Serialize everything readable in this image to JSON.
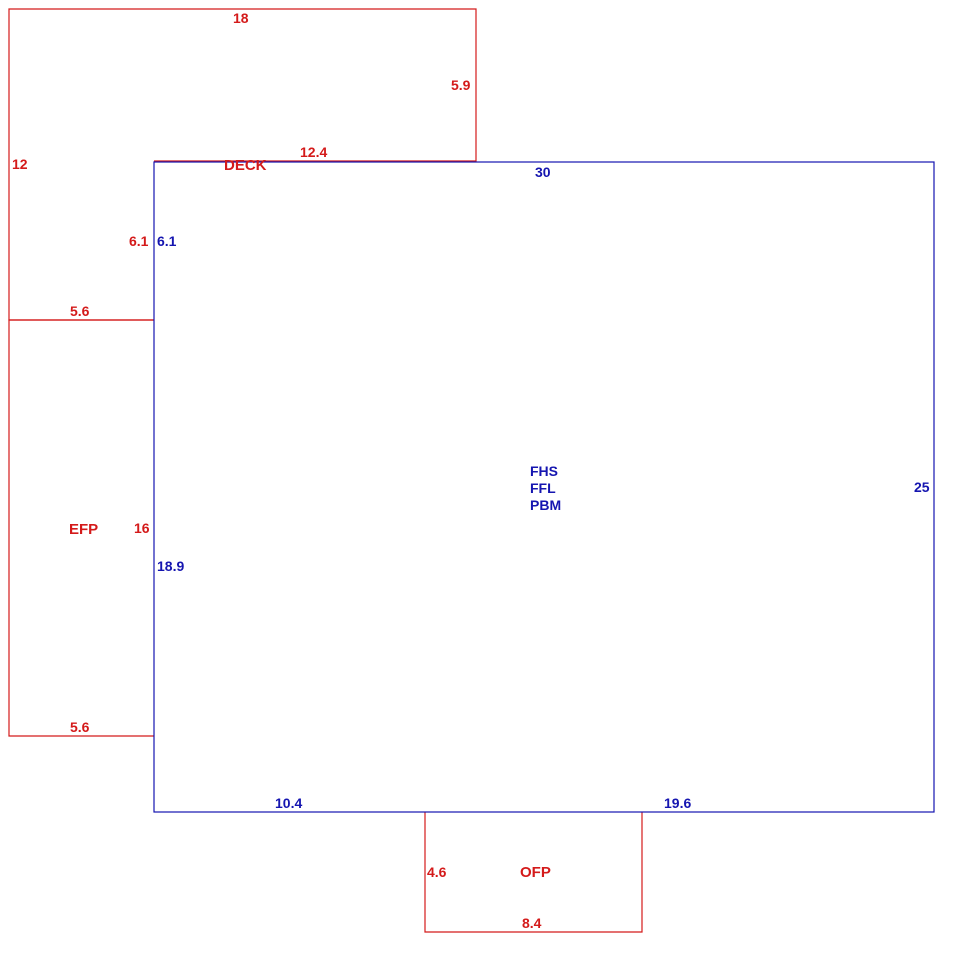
{
  "colors": {
    "main": "#1515b0",
    "addition": "#d41a1a"
  },
  "areas": {
    "main": {
      "codes": [
        "FHS",
        "FFL",
        "PBM"
      ]
    },
    "deck": {
      "label": "DECK"
    },
    "efp": {
      "label": "EFP"
    },
    "ofp": {
      "label": "OFP"
    }
  },
  "dimensions": {
    "deck_top": "18",
    "deck_right": "5.9",
    "deck_left": "12",
    "deck_bottom": "12.4",
    "deck_inner": "6.1",
    "efp_top": "5.6",
    "efp_side": "16",
    "efp_bottom": "5.6",
    "main_top": "30",
    "main_left_upper": "6.1",
    "main_left_lower": "18.9",
    "main_right": "25",
    "main_bottom_left": "10.4",
    "main_bottom_right": "19.6",
    "ofp_side": "4.6",
    "ofp_bottom": "8.4"
  }
}
